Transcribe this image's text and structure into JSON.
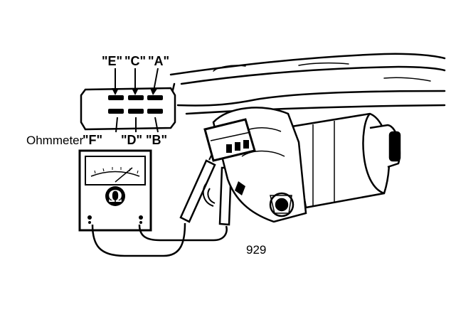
{
  "connector": {
    "top_labels": [
      "\"E\"",
      "\"C\"",
      "\"A\""
    ],
    "bottom_labels": [
      "\"F\"",
      "\"D\"",
      "\"B\""
    ]
  },
  "meter": {
    "caption": "Ohmmeter",
    "symbol": "Ω"
  },
  "figure_number": "929"
}
